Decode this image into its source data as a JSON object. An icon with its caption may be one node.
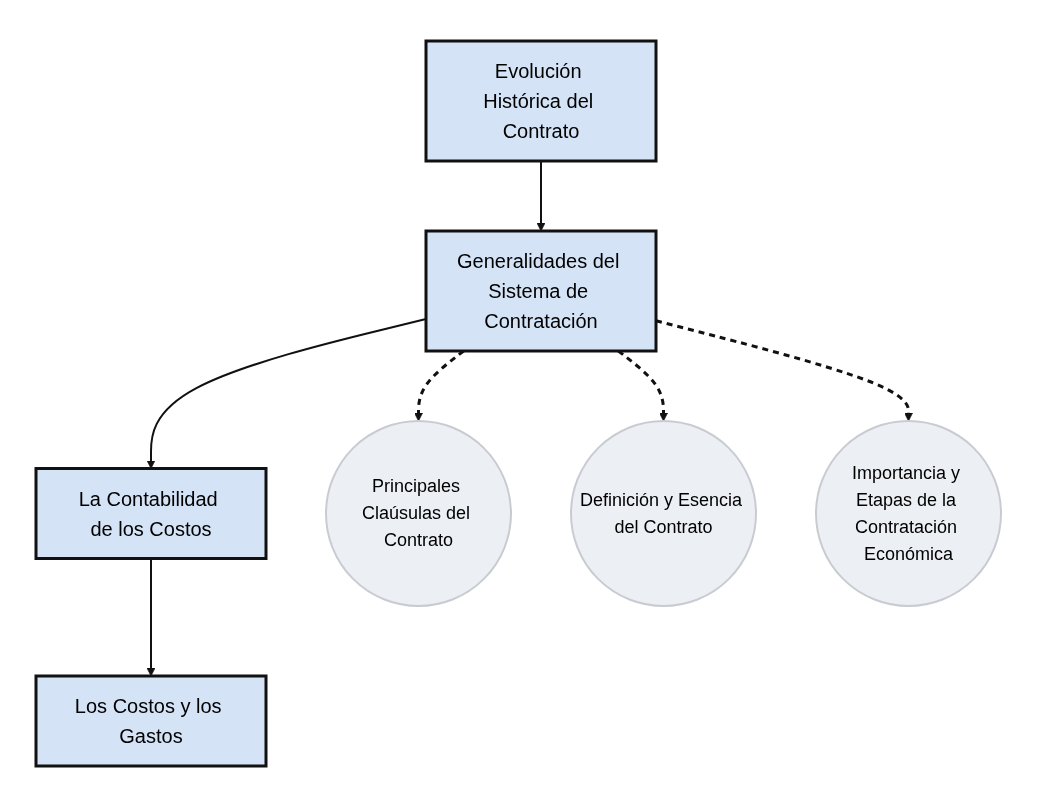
{
  "diagram": {
    "nodes": [
      {
        "text": [
          "Evolución Histórica del Contrato"
        ]
      },
      {
        "text": [
          "La Contabilidad de los Costos"
        ]
      },
      {
        "text": [
          "Generalidades del Sistema de Contratación"
        ]
      },
      {
        "text": [
          "Los Costos y los Gastos"
        ]
      },
      {
        "text": [
          "Principales Claúsulas del Contrato"
        ]
      },
      {
        "text": [
          "Definición y Esencia del Contrato"
        ]
      },
      {
        "text": [
          "Importancia y Etapas de la Contratación Económica"
        ]
      }
    ],
    "edges": [
      {
        "from": 0,
        "to": 2,
        "arrow": "to"
      },
      {
        "from": 2,
        "to": 1,
        "arrow": "to"
      },
      {
        "from": 1,
        "to": 3,
        "arrow": "to"
      },
      {
        "from": 2,
        "to": 4,
        "arrow": "to",
        "style": "dashed"
      },
      {
        "from": 2,
        "to": 5,
        "arrow": "to",
        "style": "dashed"
      },
      {
        "from": 2,
        "to": 6,
        "arrow": "to",
        "style": "dashed"
      }
    ]
  }
}
